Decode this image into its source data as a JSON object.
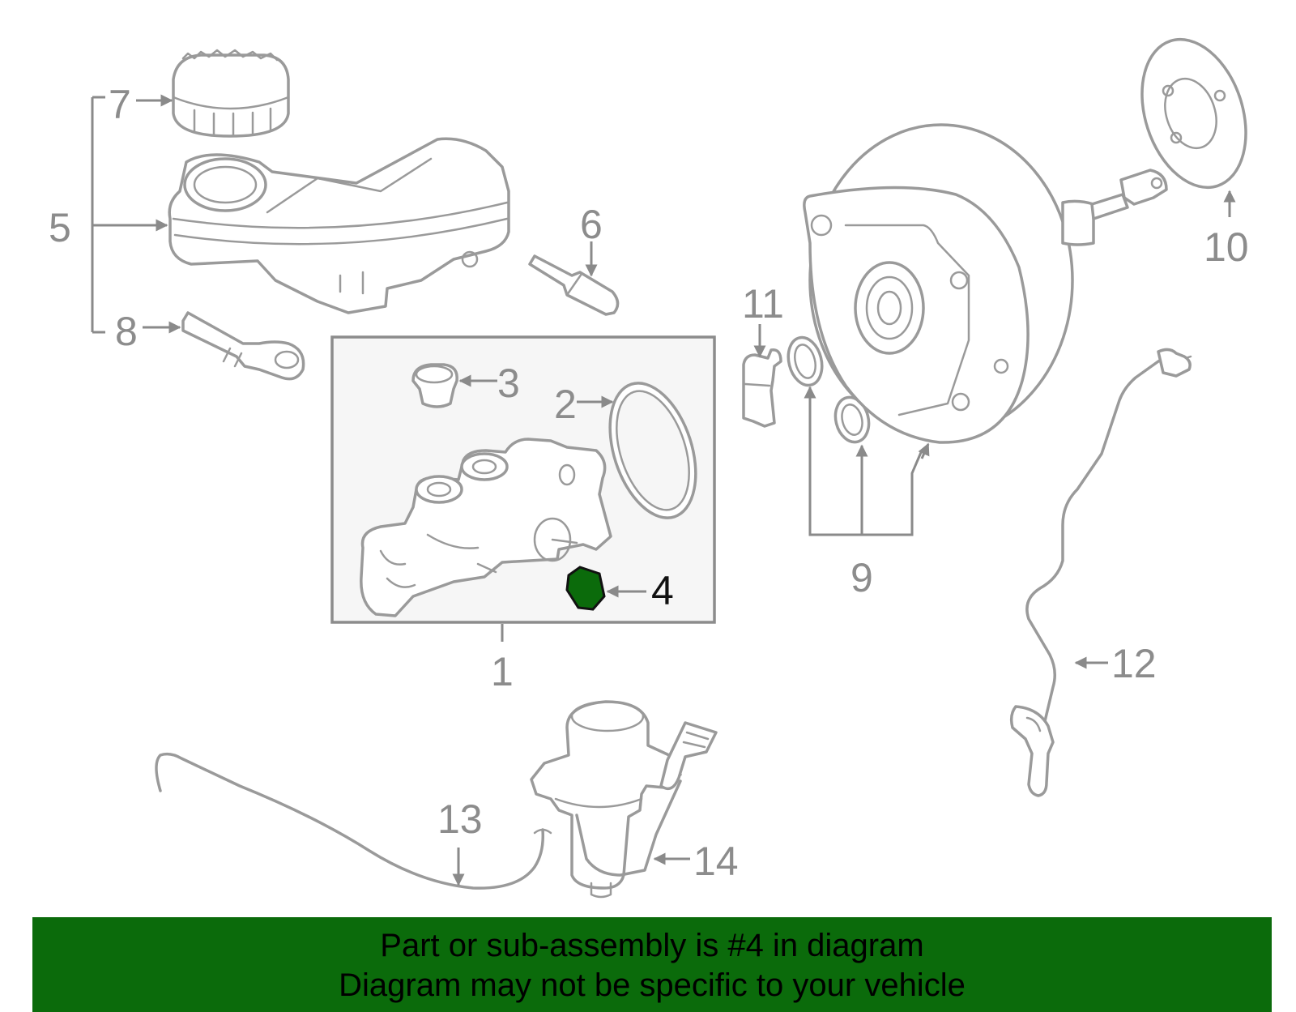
{
  "diagram": {
    "callouts": {
      "c1": "1",
      "c2": "2",
      "c3": "3",
      "c4": "4",
      "c5": "5",
      "c6": "6",
      "c7": "7",
      "c8": "8",
      "c9": "9",
      "c10": "10",
      "c11": "11",
      "c12": "12",
      "c13": "13",
      "c14": "14"
    },
    "highlighted_part": "4",
    "colors": {
      "highlight": "#0b6b0b",
      "line": "#9a9a9a",
      "panel": "#f5f5f5"
    }
  },
  "banner": {
    "line1": "Part or sub-assembly is #4 in diagram",
    "line2": "Diagram may not be specific to your vehicle"
  }
}
